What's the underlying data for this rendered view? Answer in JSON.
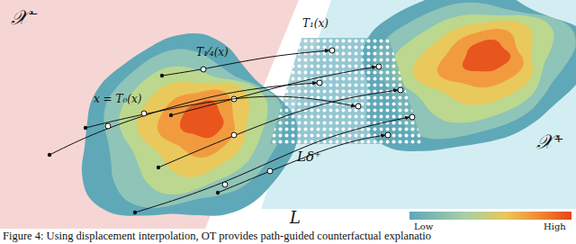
{
  "diagram": {
    "caption": "Figure 4: Using displacement interpolation, OT provides path-guided counterfactual explanatio",
    "labels": [
      "𝒳⁻",
      "T₁⁄₄(x)",
      "T₁(x)",
      "x = T₀(x)",
      "L",
      "Lδ⁺",
      "𝒳⁺",
      "Low",
      "High"
    ]
  }
}
